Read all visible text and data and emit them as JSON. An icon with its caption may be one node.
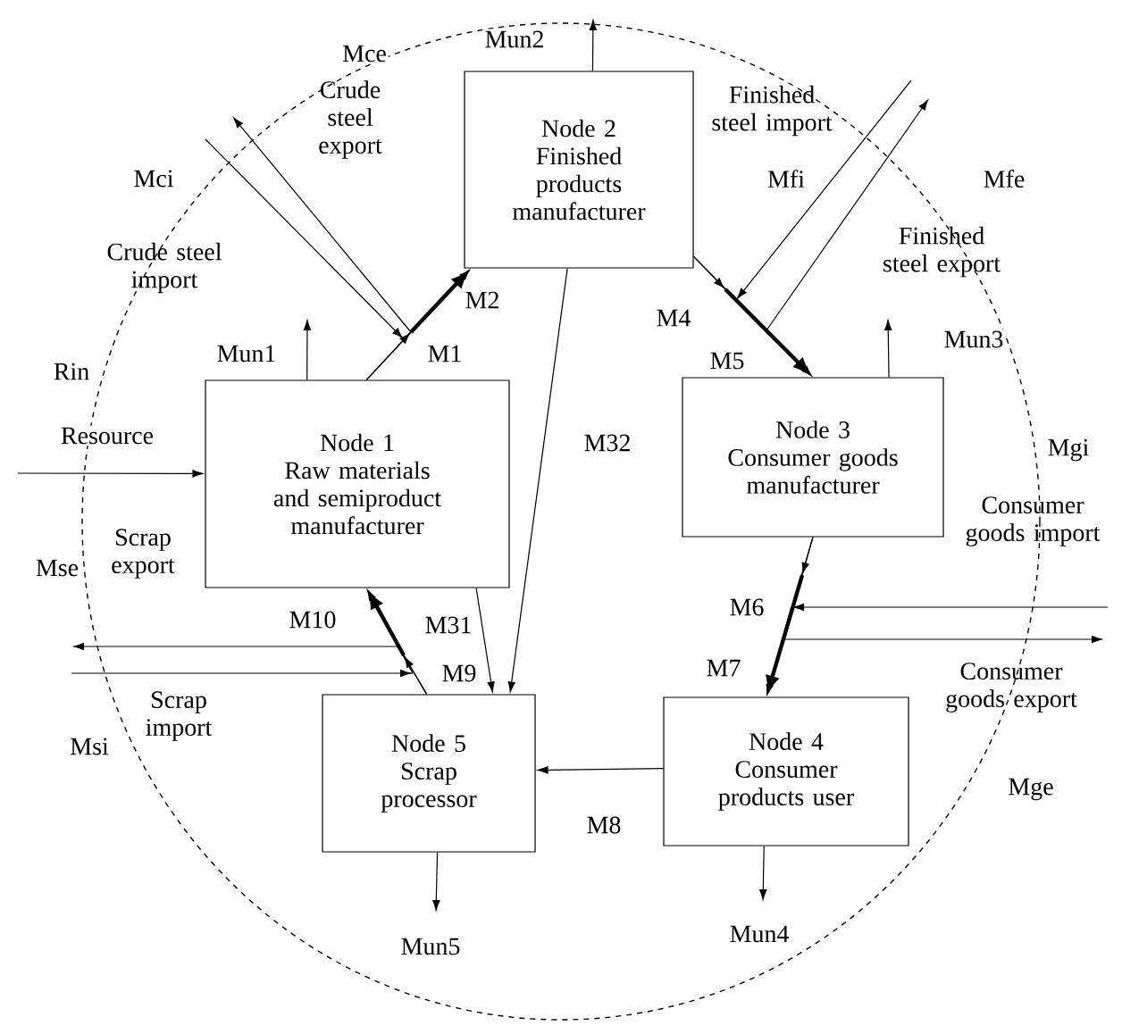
{
  "diagram": {
    "nodes": [
      {
        "text": [
          "Node 1",
          "Raw materials and semiproduct manufacturer"
        ]
      },
      {
        "text": [
          "Node 2",
          "Finished products manufacturer"
        ]
      },
      {
        "text": [
          "Node 3",
          "Consumer goods manufacturer"
        ]
      },
      {
        "text": [
          "Node 4",
          "Consumer products user"
        ]
      },
      {
        "text": [
          "Node 5",
          "Scrap processor"
        ]
      }
    ],
    "edges": [
      {
        "from": 0,
        "to": 1,
        "arrow": "to",
        "label": "M1",
        "style": "thick"
      },
      {
        "from": 1,
        "to": 2,
        "arrow": "to",
        "label": "M4",
        "style": "thick"
      },
      {
        "from": 2,
        "to": 3,
        "arrow": "to",
        "label": "M6",
        "style": "thick"
      },
      {
        "from": 4,
        "to": 0,
        "arrow": "to",
        "label": "M9",
        "style": "thick"
      },
      {
        "from": 1,
        "to": 4,
        "arrow": "to",
        "label": "M32"
      },
      {
        "from": 0,
        "to": 4,
        "arrow": "to",
        "label": "M31"
      },
      {
        "from": 3,
        "to": 4,
        "arrow": "to",
        "label": "M8"
      },
      {
        "from": null,
        "to": 0,
        "arrow": "to",
        "label": "Resource"
      },
      {
        "from": 0,
        "to": null,
        "arrow": "to",
        "label": "Mun1"
      },
      {
        "from": 1,
        "to": null,
        "arrow": "to",
        "label": "Mun2"
      },
      {
        "from": 2,
        "to": null,
        "arrow": "to",
        "label": "Mun3"
      },
      {
        "from": 3,
        "to": null,
        "arrow": "to",
        "label": "Mun4"
      },
      {
        "from": 4,
        "to": null,
        "arrow": "to",
        "label": "Mun5"
      },
      {
        "from": null,
        "to": 1,
        "arrow": "to",
        "label": "Crude steel import"
      },
      {
        "from": 0,
        "to": null,
        "arrow": "to",
        "label": "Crude steel export"
      },
      {
        "from": null,
        "to": 2,
        "arrow": "to",
        "label": "Finished steel import"
      },
      {
        "from": 1,
        "to": null,
        "arrow": "to",
        "label": "Finished steel export"
      },
      {
        "from": null,
        "to": 3,
        "arrow": "to",
        "label": "Consumer goods import"
      },
      {
        "from": 2,
        "to": null,
        "arrow": "to",
        "label": "Consumer goods export"
      },
      {
        "from": 4,
        "to": null,
        "arrow": "to",
        "label": "Scrap export"
      },
      {
        "from": null,
        "to": 0,
        "arrow": "to",
        "label": "Scrap import"
      }
    ],
    "labels": [
      "Mce",
      "Mci",
      "Mfi",
      "Mfe",
      "M2",
      "M5",
      "Rin",
      "Mgi",
      "Mse",
      "M10",
      "M7",
      "Msi",
      "Mge"
    ]
  }
}
